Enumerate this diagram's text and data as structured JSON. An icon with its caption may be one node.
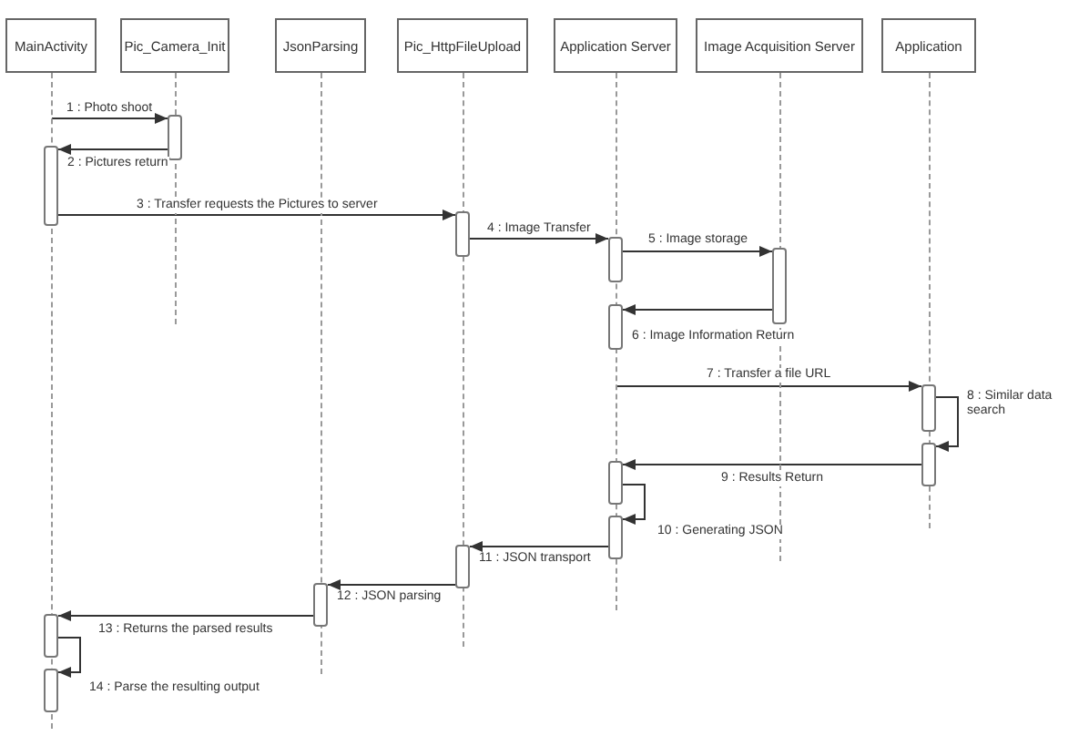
{
  "diagram": {
    "nodes": [
      {
        "text": [
          "MainActivity"
        ]
      },
      {
        "text": [
          "Pic_Camera_Init"
        ]
      },
      {
        "text": [
          "JsonParsing"
        ]
      },
      {
        "text": [
          "Pic_HttpFileUpload"
        ]
      },
      {
        "text": [
          "Application Server"
        ]
      },
      {
        "text": [
          "Image Acquisition Server"
        ]
      },
      {
        "text": [
          "Application"
        ]
      },
      {
        "text": [],
        "shape": "line"
      },
      {
        "text": [],
        "shape": "line"
      },
      {
        "text": [],
        "shape": "line"
      },
      {
        "text": [],
        "shape": "line"
      },
      {
        "text": [],
        "shape": "line"
      },
      {
        "text": [],
        "shape": "line"
      },
      {
        "text": [],
        "shape": "line"
      },
      {
        "text": [],
        "shape": "bar"
      },
      {
        "text": [],
        "shape": "bar"
      },
      {
        "text": [],
        "shape": "bar"
      },
      {
        "text": [],
        "shape": "bar"
      },
      {
        "text": [],
        "shape": "bar"
      },
      {
        "text": [],
        "shape": "bar"
      },
      {
        "text": [],
        "shape": "bar"
      },
      {
        "text": [],
        "shape": "bar"
      },
      {
        "text": [],
        "shape": "bar"
      },
      {
        "text": [],
        "shape": "bar"
      },
      {
        "text": [],
        "shape": "bar"
      },
      {
        "text": [],
        "shape": "bar"
      },
      {
        "text": [],
        "shape": "bar"
      },
      {
        "text": [],
        "shape": "bar"
      }
    ],
    "edges": [
      {
        "from": 7,
        "to": 14,
        "arrow": "to",
        "label": "1 : Photo shoot"
      },
      {
        "from": 14,
        "to": 15,
        "arrow": "to",
        "label": "2 : Pictures return"
      },
      {
        "from": 15,
        "to": 16,
        "arrow": "to",
        "label": "3 : Transfer requests the Pictures to server"
      },
      {
        "from": 16,
        "to": 17,
        "arrow": "to",
        "label": "4 : Image Transfer"
      },
      {
        "from": 17,
        "to": 18,
        "arrow": "to",
        "label": "5 : Image storage"
      },
      {
        "from": 18,
        "to": 19,
        "arrow": "to",
        "label": "6 : Image Information Return"
      },
      {
        "from": 11,
        "to": 20,
        "arrow": "to",
        "label": "7 : Transfer a file URL"
      },
      {
        "from": 20,
        "to": 21,
        "arrow": "to",
        "label": "8 : Similar data search"
      },
      {
        "from": 21,
        "to": 22,
        "arrow": "to",
        "label": "9 : Results Return"
      },
      {
        "from": 22,
        "to": 23,
        "arrow": "to",
        "label": "10 : Generating JSON"
      },
      {
        "from": 23,
        "to": 24,
        "arrow": "to",
        "label": "11 : JSON transport"
      },
      {
        "from": 24,
        "to": 25,
        "arrow": "to",
        "label": "12 : JSON parsing"
      },
      {
        "from": 25,
        "to": 26,
        "arrow": "to",
        "label": "13 : Returns the parsed results"
      },
      {
        "from": 26,
        "to": 27,
        "arrow": "to",
        "label": "14 : Parse the resulting output"
      }
    ]
  }
}
